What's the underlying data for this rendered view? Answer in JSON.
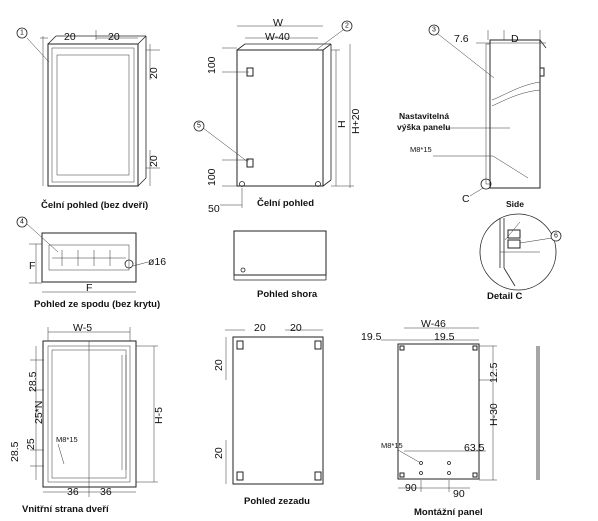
{
  "captions": {
    "front_no_door": "Čelní pohled (bez dveří)",
    "front": "Čelní pohled",
    "side": "Side",
    "bottom_view": "Pohled ze spodu (bez krytu)",
    "top_view": "Pohled shora",
    "detail_c": "Detail C",
    "inner_door": "Vnitřní strana dveří",
    "rear_view": "Pohled zezadu",
    "mounting_panel": "Montážní panel"
  },
  "labels": {
    "adjustable": "Nastavitelná",
    "panel_height": "výška panelu",
    "screw_m8": "M8*15",
    "c_letter": "C"
  },
  "markers": [
    "1",
    "2",
    "3",
    "4",
    "5",
    "6"
  ],
  "dimensions": {
    "v1_top_left": "20",
    "v1_top_right": "20",
    "v1_right_top": "20",
    "v1_right_bottom": "20",
    "v2_w": "W",
    "v2_w40": "W-40",
    "v2_100_top": "100",
    "v2_100_bottom": "100",
    "v2_h": "H",
    "v2_h20": "H+20",
    "v2_50": "50",
    "v3_76": "7.6",
    "v3_d": "D",
    "v4_f_left": "F",
    "v4_f_bottom": "F",
    "v4_phi16": "ø16",
    "v7_w5": "W-5",
    "v7_285_top": "28.5",
    "v7_25n": "25*N",
    "v7_285_bottom": "28.5",
    "v7_25": "25",
    "v7_h5": "H-5",
    "v7_36_left": "36",
    "v7_36_right": "36",
    "v8_20_tl": "20",
    "v8_20_tr": "20",
    "v8_20_left_top": "20",
    "v8_20_left_bottom": "20",
    "v9_w46": "W-46",
    "v9_195_left": "19.5",
    "v9_195_right": "19.5",
    "v9_125": "12.5",
    "v9_h30": "H-30",
    "v9_635": "63.5",
    "v9_90_left": "90",
    "v9_90_right": "90"
  }
}
